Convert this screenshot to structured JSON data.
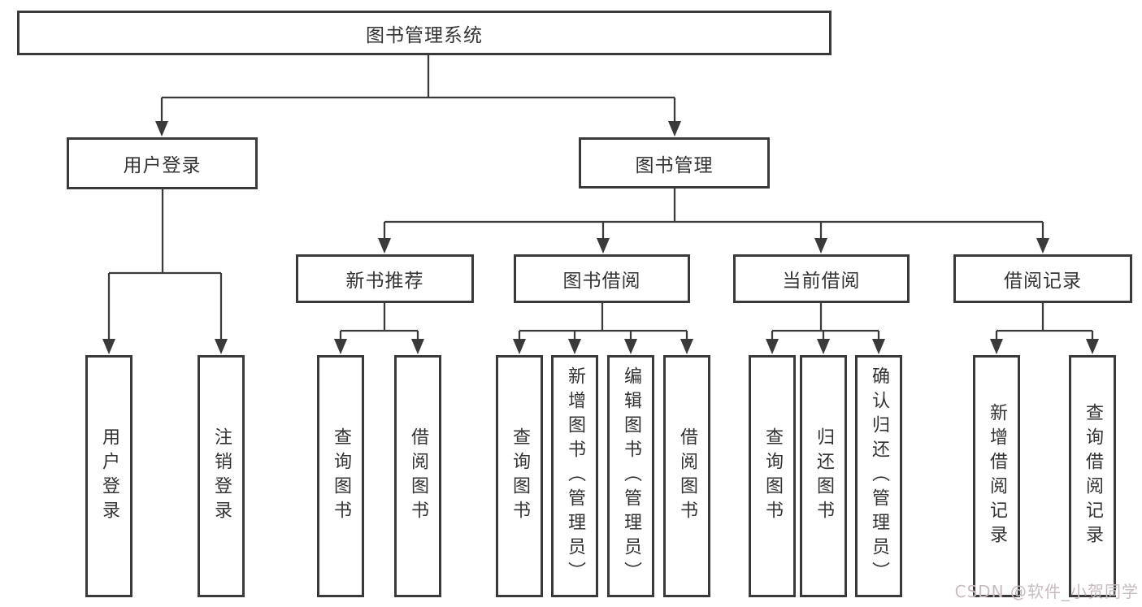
{
  "diagram": {
    "tree": {
      "label": "图书管理系统",
      "children": [
        {
          "label": "用户登录",
          "children": [
            {
              "label": "用户登录"
            },
            {
              "label": "注销登录"
            }
          ]
        },
        {
          "label": "图书管理",
          "children": [
            {
              "label": "新书推荐",
              "children": [
                {
                  "label": "查询图书"
                },
                {
                  "label": "借阅图书"
                }
              ]
            },
            {
              "label": "图书借阅",
              "children": [
                {
                  "label": "查询图书"
                },
                {
                  "label": "新增图书（管理员）"
                },
                {
                  "label": "编辑图书（管理员）"
                },
                {
                  "label": "借阅图书"
                }
              ]
            },
            {
              "label": "当前借阅",
              "children": [
                {
                  "label": "查询图书"
                },
                {
                  "label": "归还图书"
                },
                {
                  "label": "确认归还（管理员）"
                }
              ]
            },
            {
              "label": "借阅记录",
              "children": [
                {
                  "label": "新增借阅记录"
                },
                {
                  "label": "查询借阅记录"
                }
              ]
            }
          ]
        }
      ]
    },
    "colors": {
      "line": "#3a3a3a",
      "text": "#333333",
      "background": "#ffffff",
      "watermark": "#c7bbc1"
    },
    "watermark": {
      "text": "CSDN @软件_小贺同学"
    }
  }
}
